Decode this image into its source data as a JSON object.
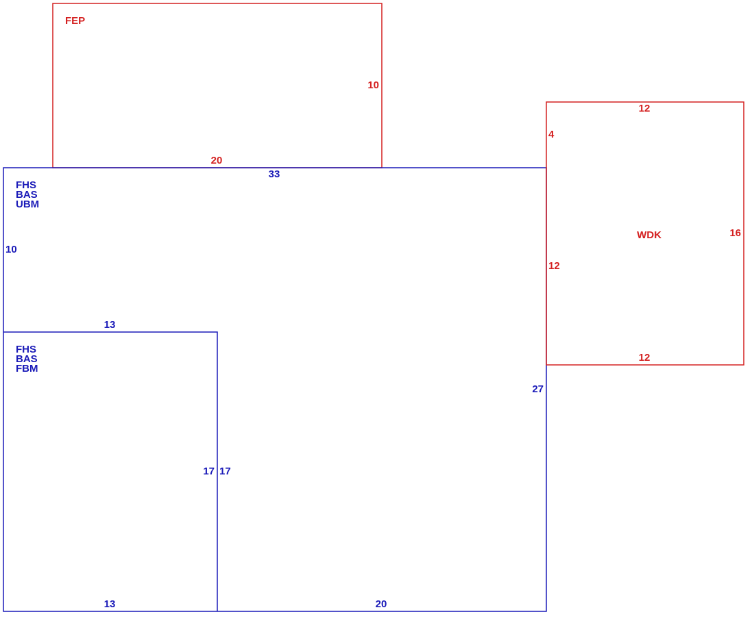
{
  "colors": {
    "main_structure": "#1a1ab8",
    "addition": "#d42020",
    "background": "#ffffff"
  },
  "areas": {
    "fep": {
      "code": "FEP",
      "top": "",
      "right": "10",
      "bottom": "20"
    },
    "wdk": {
      "code": "WDK",
      "top": "12",
      "left_upper": "4",
      "left_lower": "12",
      "right": "16",
      "bottom": "12"
    },
    "upper_main": {
      "codes": [
        "FHS",
        "BAS",
        "UBM"
      ],
      "top": "33",
      "left": "10",
      "right": "27"
    },
    "lower_left": {
      "codes": [
        "FHS",
        "BAS",
        "FBM"
      ],
      "top": "13",
      "right": "17",
      "bottom": "13"
    },
    "lower_right": {
      "left": "17",
      "bottom": "20"
    }
  }
}
